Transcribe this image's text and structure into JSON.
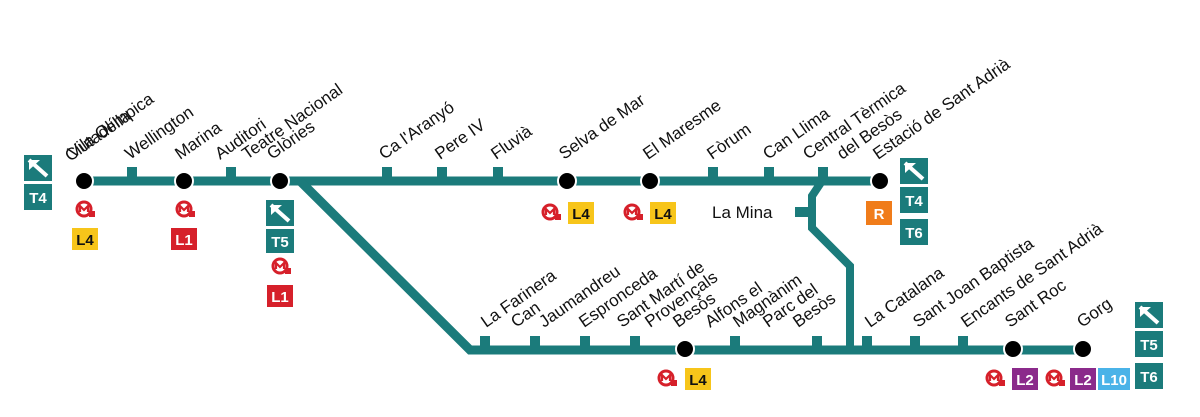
{
  "colors": {
    "track": "#1b7b7b",
    "tram": "#1b7b7b",
    "metro_logo": "#d6202a",
    "L1": "#d6202a",
    "L2": "#8b2a8b",
    "L4": "#f7c51a",
    "L10": "#4ab3e8",
    "R": "#f07c1a"
  },
  "stations": {
    "ciutadella": "Ciutadella",
    "vila_olimpica": "Vila Olímpica",
    "wellington": "Wellington",
    "marina": "Marina",
    "auditori": "Auditori",
    "teatre_nacional": "Teatre Nacional",
    "glories": "Glòries",
    "ca_laranyo": "Ca l'Aranyó",
    "pere_iv": "Pere IV",
    "fluvia": "Fluvià",
    "selva_de_mar": "Selva de Mar",
    "el_maresme": "El Maresme",
    "forum": "Fòrum",
    "can_llima": "Can Llima",
    "central_termica": "Central Tèrmica",
    "del_besos": "del Besòs",
    "estacio_sant_adria": "Estació de Sant Adrià",
    "la_mina": "La Mina",
    "la_farinera": "La Farinera",
    "can": "Can",
    "jaumandreu": "Jaumandreu",
    "espronceda": "Espronceda",
    "sant_marti_de": "Sant Martí de",
    "provencals": "Provençals",
    "besos": "Besòs",
    "alfons_el": "Alfons el",
    "magnanim": "Magnànim",
    "parc_del": "Parc del",
    "besos2": "Besòs",
    "la_catalana": "La Catalana",
    "sant_joan_baptista": "Sant Joan Baptista",
    "encants_sant_adria": "Encants de Sant Adrià",
    "sant_roc": "Sant Roc",
    "gorg": "Gorg"
  },
  "badges": {
    "T4": "T4",
    "T5": "T5",
    "T6": "T6",
    "L1": "L1",
    "L2": "L2",
    "L4": "L4",
    "L10": "L10",
    "R": "R"
  }
}
